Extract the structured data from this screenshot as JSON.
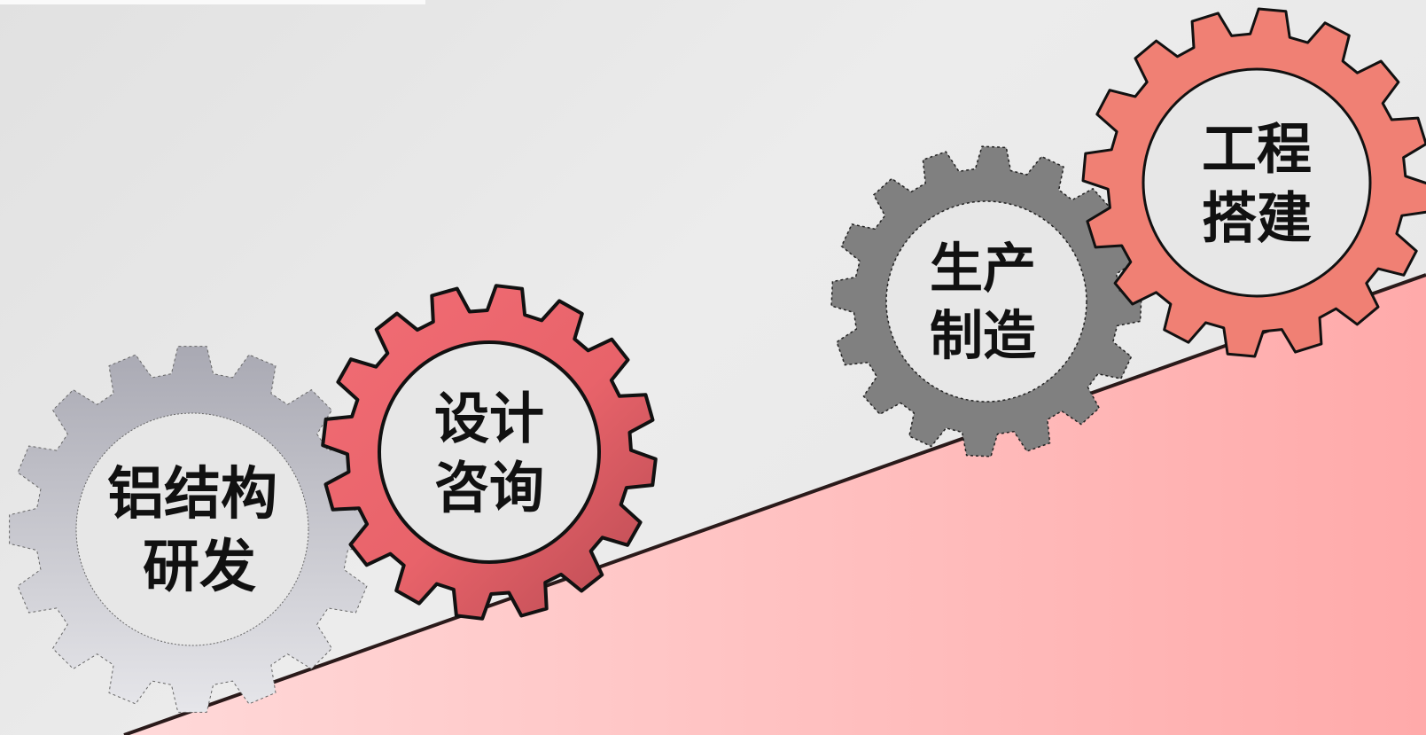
{
  "stages": [
    {
      "id": "research",
      "lines": [
        "铝结构",
        "研发"
      ],
      "color": "#d7d7dd",
      "style": "light"
    },
    {
      "id": "design",
      "lines": [
        "设计",
        "咨询"
      ],
      "color": "#e9636b",
      "style": "red"
    },
    {
      "id": "manufacture",
      "lines": [
        "生产",
        "制造"
      ],
      "color": "#808080",
      "style": "gray"
    },
    {
      "id": "construction",
      "lines": [
        "工程",
        "搭建"
      ],
      "color": "#f08074",
      "style": "salmon"
    }
  ],
  "colors": {
    "ramp_start": "#ffd9d9",
    "ramp_end": "#ffaaaa",
    "line": "#2a1a1a",
    "inner_fill": "#e7e7e7"
  }
}
